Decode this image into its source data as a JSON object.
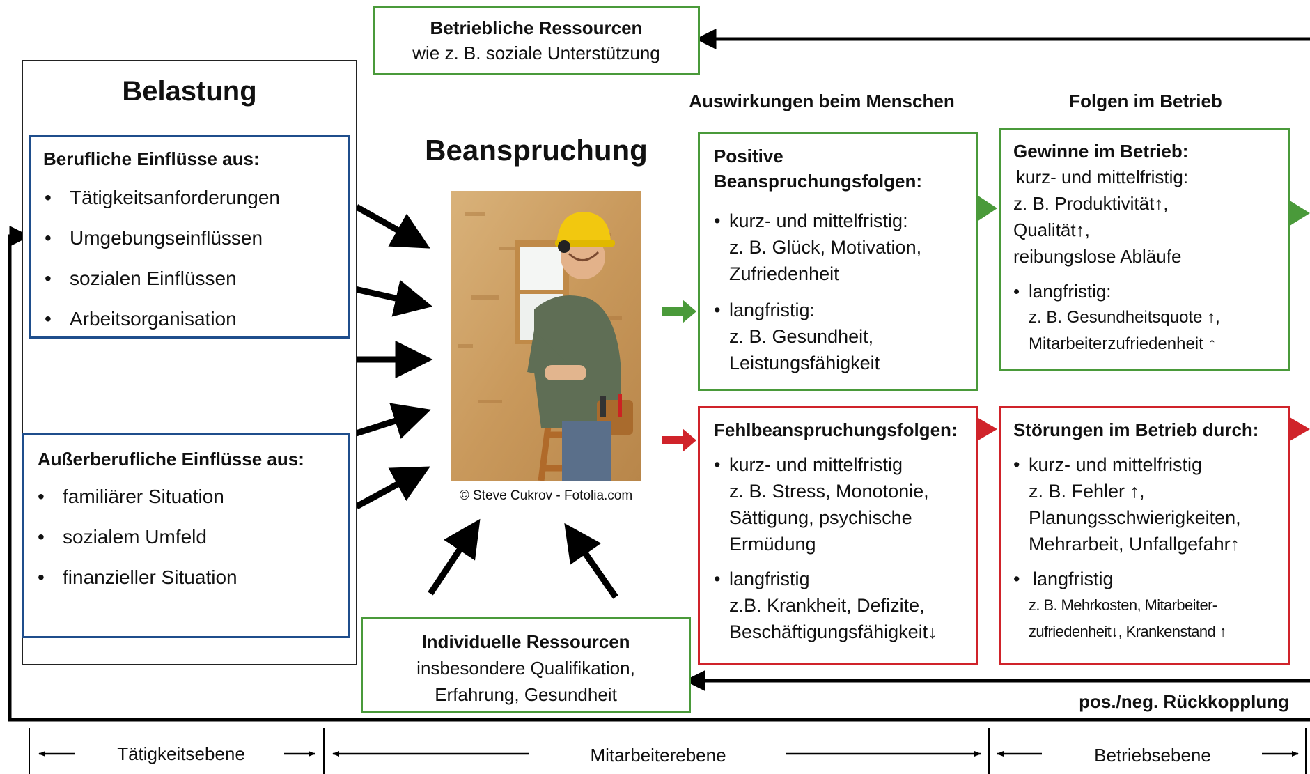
{
  "top_resource": {
    "title": "Betriebliche Ressourcen",
    "text": "wie z. B. soziale Unterstützung"
  },
  "belastung": {
    "title": "Belastung",
    "beruflich": {
      "title": "Berufliche Einflüsse aus:",
      "items": [
        "Tätigkeitsanforderungen",
        "Umgebungseinflüssen",
        "sozialen Einflüssen",
        "Arbeitsorganisation"
      ]
    },
    "ausserberuflich": {
      "title": "Außerberufliche Einflüsse aus:",
      "items": [
        "familiärer Situation",
        "sozialem Umfeld",
        "finanzieller Situation"
      ]
    }
  },
  "beanspruchung": {
    "title": "Beanspruchung",
    "caption": "© Steve Cukrov - Fotolia.com"
  },
  "column_headers": {
    "menschen": "Auswirkungen beim Menschen",
    "betrieb": "Folgen im Betrieb"
  },
  "positive": {
    "title_line1": "Positive",
    "title_line2": "Beanspruchungsfolgen:",
    "s1_label": "kurz- und mittelfristig:",
    "s1_line1": "z. B. Glück, Motivation,",
    "s1_line2": "Zufriedenheit",
    "s2_label": "langfristig:",
    "s2_line1": "z. B. Gesundheit,",
    "s2_line2": "Leistungsfähigkeit"
  },
  "gewinne": {
    "title": "Gewinne im Betrieb:",
    "l1": "kurz- und mittelfristig:",
    "l2": "z. B. Produktivität↑,",
    "l3": "Qualität↑,",
    "l4": "reibungslose Abläufe",
    "s2_label": "langfristig:",
    "s2_line1": "z. B. Gesundheitsquote ↑,",
    "s2_line2": "Mitarbeiterzufriedenheit ↑"
  },
  "fehl": {
    "title": "Fehlbeanspruchungsfolgen:",
    "s1_label": "kurz- und mittelfristig",
    "s1_line1": "z. B. Stress, Monotonie,",
    "s1_line2": "Sättigung, psychische",
    "s1_line3": "Ermüdung",
    "s2_label": "langfristig",
    "s2_line1": "z.B. Krankheit, Defizite,",
    "s2_line2": "Beschäftigungsfähigkeit↓"
  },
  "stoerungen": {
    "title": "Störungen im Betrieb durch:",
    "s1_label": "kurz- und mittelfristig",
    "s1_line1": "z. B. Fehler ↑,",
    "s1_line2": "Planungsschwierigkeiten,",
    "s1_line3": "Mehrarbeit, Unfallgefahr↑",
    "s2_label": "langfristig",
    "s2_line1": "z. B. Mehrkosten, Mitarbeiter-",
    "s2_line2": "zufriedenheit↓, Krankenstand ↑"
  },
  "individual": {
    "title": "Individuelle Ressourcen",
    "line1": "insbesondere Qualifikation,",
    "line2": "Erfahrung, Gesundheit"
  },
  "feedback_label": "pos./neg. Rückkopplung",
  "levels": {
    "taetigkeit": "Tätigkeitsebene",
    "mitarbeiter": "Mitarbeiterebene",
    "betrieb": "Betriebsebene"
  },
  "colors": {
    "green": "#4a9a3a",
    "red": "#d0232a",
    "blue": "#1f4e8c",
    "black": "#000000"
  }
}
